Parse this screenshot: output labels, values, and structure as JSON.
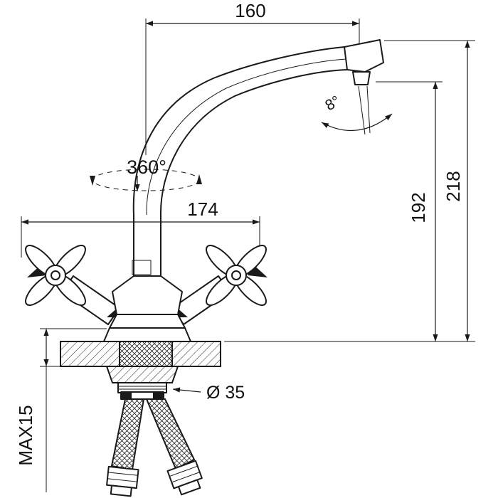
{
  "drawing": {
    "type": "faucet-installation-technical-drawing",
    "labels": {
      "spout_reach": "160",
      "total_height": "218",
      "outlet_height": "192",
      "rotation": "360°",
      "handle_span": "174",
      "spray_angle": "8°",
      "max_thickness": "MAX15",
      "hole_diameter": "Ø 35"
    },
    "colors": {
      "line": "#1a1a1a",
      "background": "#ffffff"
    }
  }
}
